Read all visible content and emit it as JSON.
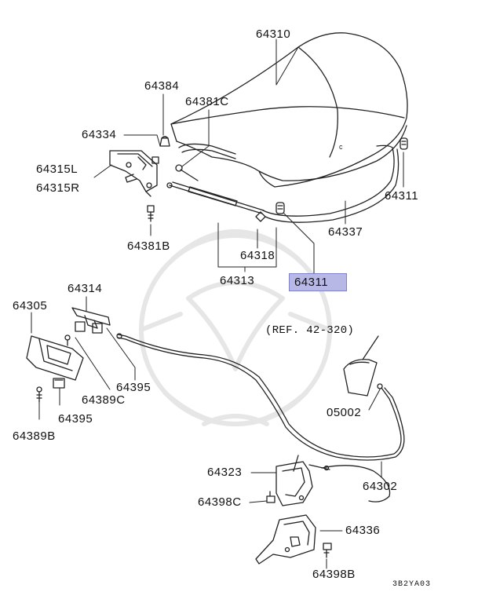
{
  "diagram": {
    "highlight_color": "#b8b8e6",
    "line_color": "#222222",
    "watermark_color": "#ececec",
    "labels": {
      "p64310": "64310",
      "p64384": "64384",
      "p64381C": "64381C",
      "p64334": "64334",
      "p64315L": "64315L",
      "p64315R": "64315R",
      "p64311_right": "64311",
      "p64337": "64337",
      "p64381B": "64381B",
      "p64318": "64318",
      "p64313": "64313",
      "p64311_hl": "64311",
      "p64314": "64314",
      "p64305": "64305",
      "p64395_a": "64395",
      "p64389C": "64389C",
      "p64395_b": "64395",
      "p64389B": "64389B",
      "ref": "(REF. 42-320)",
      "p05002": "05002",
      "p64323": "64323",
      "p64302": "64302",
      "p64398C": "64398C",
      "p64336": "64336",
      "p64398B": "64398B",
      "code": "3B2YA03"
    }
  }
}
